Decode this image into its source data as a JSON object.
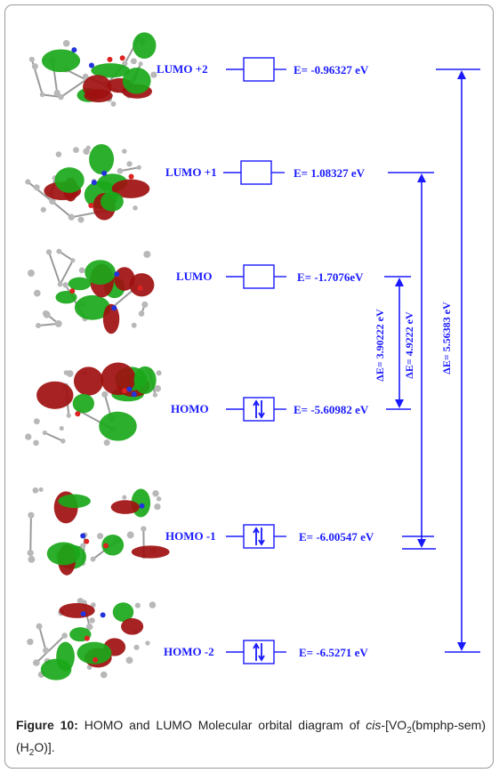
{
  "diagram": {
    "levels": [
      {
        "id": "lumo2",
        "label": "LUMO +2",
        "energy": "E=  -0.96327 eV",
        "electrons": 0
      },
      {
        "id": "lumo1",
        "label": "LUMO +1",
        "energy": "E= 1.08327 eV",
        "electrons": 0
      },
      {
        "id": "lumo",
        "label": "LUMO",
        "energy": "E= -1.7076eV",
        "electrons": 0
      },
      {
        "id": "homo",
        "label": "HOMO",
        "energy": "E= -5.60982 eV",
        "electrons": 2
      },
      {
        "id": "homo1",
        "label": "HOMO -1",
        "energy": "E= -6.00547 eV",
        "electrons": 2
      },
      {
        "id": "homo2",
        "label": "HOMO -2",
        "energy": "E= -6.5271 eV",
        "electrons": 2
      }
    ],
    "gaps": [
      {
        "id": "gap1",
        "value": "ΔE= 3.90222 eV",
        "from": "lumo",
        "to": "homo"
      },
      {
        "id": "gap2",
        "value": "ΔE=  4.9222 eV",
        "from": "lumo1",
        "to": "homo1"
      },
      {
        "id": "gap3",
        "value": "ΔE=  5.56383 eV",
        "from": "lumo2",
        "to": "homo2"
      }
    ],
    "colors": {
      "accent": "#1a1aff",
      "lobe_red": "#a01010",
      "lobe_green": "#1aa81a",
      "atom_gray": "#b8b8b8"
    }
  },
  "caption": {
    "prefix": "Figure 10:",
    "text1": " HOMO and LUMO Molecular orbital diagram of ",
    "italic": "cis",
    "text2": "-[VO",
    "sub1": "2",
    "text3": "(bmphp-sem)(H",
    "sub2": "2",
    "text4": "O)]."
  }
}
